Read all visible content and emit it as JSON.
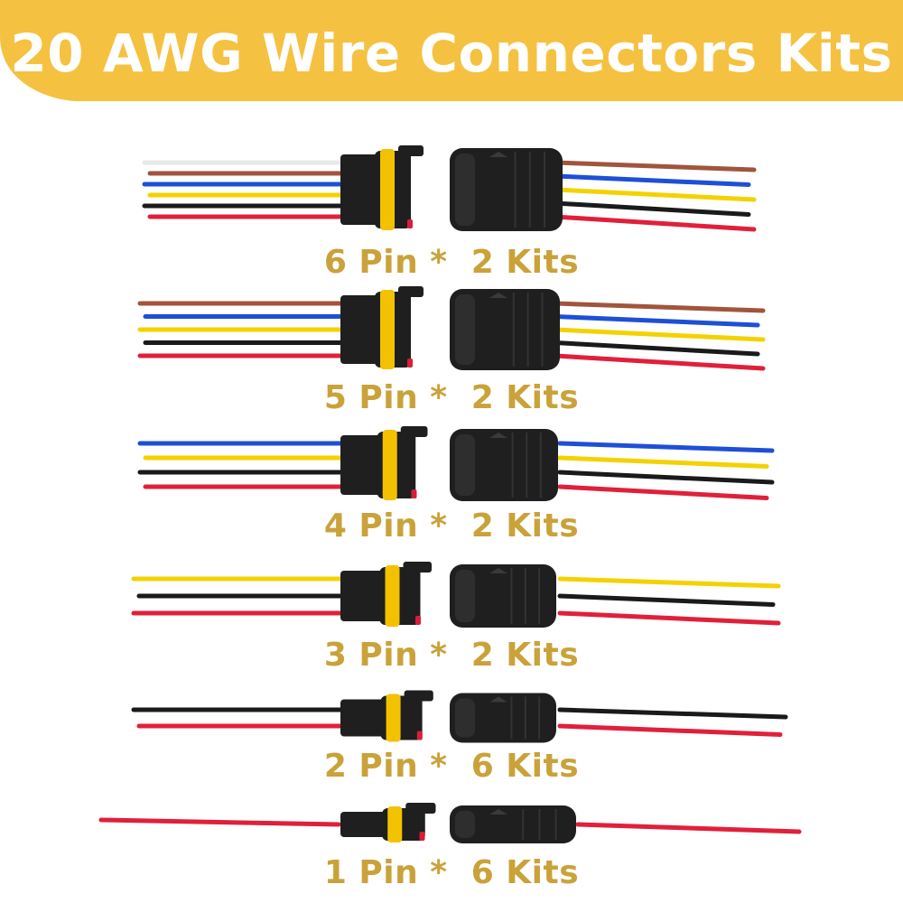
{
  "banner": {
    "title": "20 AWG Wire Connectors Kits",
    "color": "#f5c140",
    "text_color": "#ffffff"
  },
  "label_color": "#c9a23a",
  "connector_color": "#1f1f1f",
  "seal_color": "#f2c200",
  "wire_colors": {
    "white": "#e8e8e8",
    "brown": "#a0553c",
    "blue": "#1e4fd6",
    "yellow": "#f3d200",
    "black": "#1a1a1a",
    "red": "#e0203a"
  },
  "kits": [
    {
      "label": "6 Pin *  2 Kits",
      "pins": 6,
      "kits": 2,
      "left_wires": [
        "white",
        "brown",
        "blue",
        "yellow",
        "black",
        "red"
      ],
      "right_wires": [
        "brown",
        "blue",
        "yellow",
        "black",
        "red"
      ]
    },
    {
      "label": "5 Pin *  2 Kits",
      "pins": 5,
      "kits": 2,
      "left_wires": [
        "brown",
        "blue",
        "yellow",
        "black",
        "red"
      ],
      "right_wires": [
        "brown",
        "blue",
        "yellow",
        "black",
        "red"
      ]
    },
    {
      "label": "4 Pin *  2 Kits",
      "pins": 4,
      "kits": 2,
      "left_wires": [
        "blue",
        "yellow",
        "black",
        "red"
      ],
      "right_wires": [
        "blue",
        "yellow",
        "black",
        "red"
      ]
    },
    {
      "label": "3 Pin *  2 Kits",
      "pins": 3,
      "kits": 2,
      "left_wires": [
        "yellow",
        "black",
        "red"
      ],
      "right_wires": [
        "yellow",
        "black",
        "red"
      ]
    },
    {
      "label": "2 Pin *  6 Kits",
      "pins": 2,
      "kits": 6,
      "left_wires": [
        "black",
        "red"
      ],
      "right_wires": [
        "black",
        "red"
      ]
    },
    {
      "label": "1 Pin *  6 Kits",
      "pins": 1,
      "kits": 6,
      "left_wires": [
        "red"
      ],
      "right_wires": [
        "red"
      ]
    }
  ]
}
